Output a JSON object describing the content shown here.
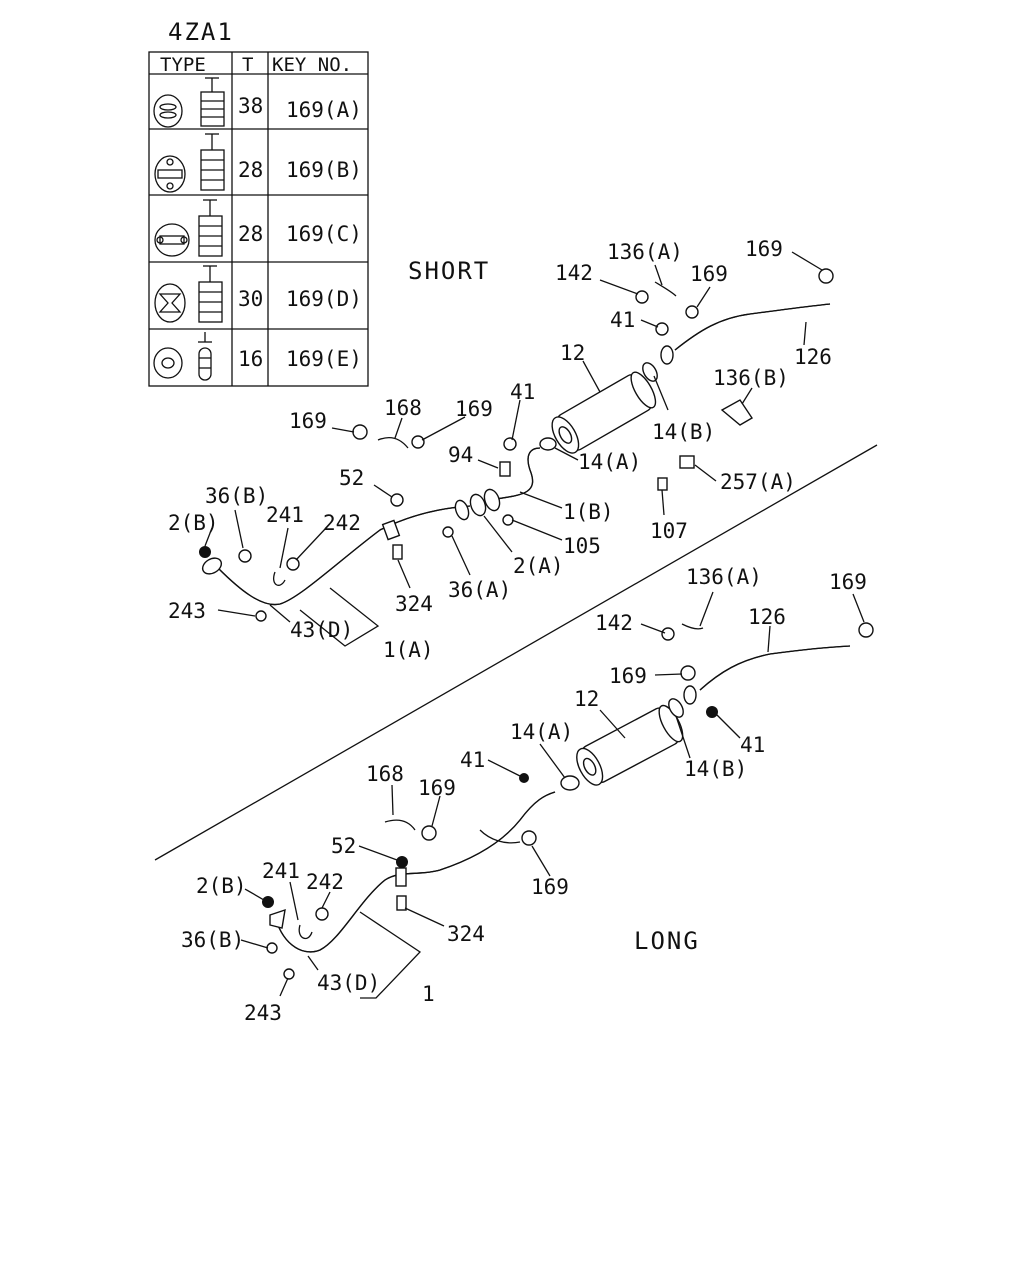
{
  "diagram_code": "4ZA1",
  "sections": {
    "short": "SHORT",
    "long": "LONG"
  },
  "table": {
    "headers": {
      "type": "TYPE",
      "t": "T",
      "key_no": "KEY NO."
    },
    "rows": [
      {
        "t": "38",
        "key": "169(A)"
      },
      {
        "t": "28",
        "key": "169(B)"
      },
      {
        "t": "28",
        "key": "169(C)"
      },
      {
        "t": "30",
        "key": "169(D)"
      },
      {
        "t": "16",
        "key": "169(E)"
      }
    ]
  },
  "labels": {
    "short": {
      "l169_top": "169",
      "l136a": "136(A)",
      "l142": "142",
      "l169_mid": "169",
      "l41_top": "41",
      "l12": "12",
      "l126": "126",
      "l136b": "136(B)",
      "l14b": "14(B)",
      "l41_b": "41",
      "l169_l": "169",
      "l168": "168",
      "l169_r": "169",
      "l94": "94",
      "l14a": "14(A)",
      "l52": "52",
      "l36b": "36(B)",
      "l2b": "2(B)",
      "l241": "241",
      "l242": "242",
      "l257a": "257(A)",
      "l1b": "1(B)",
      "l105": "105",
      "l107": "107",
      "l2a": "2(A)",
      "l36a": "36(A)",
      "l324": "324",
      "l243": "243",
      "l43d": "43(D)",
      "l1a": "1(A)"
    },
    "long": {
      "l136a": "136(A)",
      "l169_top": "169",
      "l142": "142",
      "l126": "126",
      "l169_m": "169",
      "l12": "12",
      "l41_r": "41",
      "l14a": "14(A)",
      "l14b": "14(B)",
      "l41_l": "41",
      "l168": "168",
      "l169_a": "169",
      "l52": "52",
      "l169_b": "169",
      "l2b": "2(B)",
      "l241": "241",
      "l242": "242",
      "l324": "324",
      "l36b": "36(B)",
      "l43d": "43(D)",
      "l1": "1",
      "l243": "243"
    }
  }
}
